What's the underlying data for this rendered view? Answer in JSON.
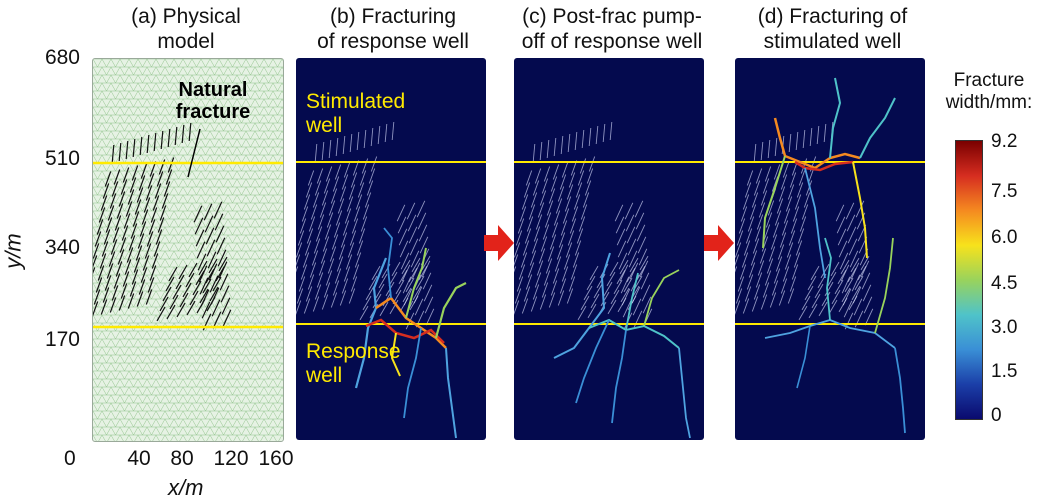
{
  "panels": {
    "a": {
      "line1": "(a) Physical",
      "line2": "model"
    },
    "b": {
      "line1": "(b) Fracturing",
      "line2": "of response well"
    },
    "c": {
      "line1": "(c) Post-frac pump-",
      "line2": "off of response well"
    },
    "d": {
      "line1": "(d) Fracturing of",
      "line2": "stimulated well"
    }
  },
  "axes": {
    "y_label": "y/m",
    "x_label": "x/m",
    "y_ticks": [
      "680",
      "510",
      "340",
      "170",
      "0"
    ],
    "x_ticks": [
      "40",
      "80",
      "120",
      "160"
    ]
  },
  "annotations": {
    "natural_fracture_1": "Natural",
    "natural_fracture_2": "fracture",
    "stimulated_well_1": "Stimulated",
    "stimulated_well_2": "well",
    "response_well_1": "Response",
    "response_well_2": "well"
  },
  "colorbar": {
    "title_1": "Fracture",
    "title_2": "width/mm:",
    "ticks": [
      "9.2",
      "7.5",
      "6.0",
      "4.5",
      "3.0",
      "1.5",
      "0"
    ],
    "colors": [
      "#7a0000",
      "#d62d20",
      "#f58a20",
      "#f7e21c",
      "#99d35c",
      "#4fc3c9",
      "#3a8fd6",
      "#1b3fa8",
      "#0a0a6e"
    ]
  },
  "colors": {
    "well_line": "#ffea00",
    "arrow": "#e2231a",
    "panel_bg": "#040a4e",
    "mesh_bg": "#e6f2e4"
  }
}
